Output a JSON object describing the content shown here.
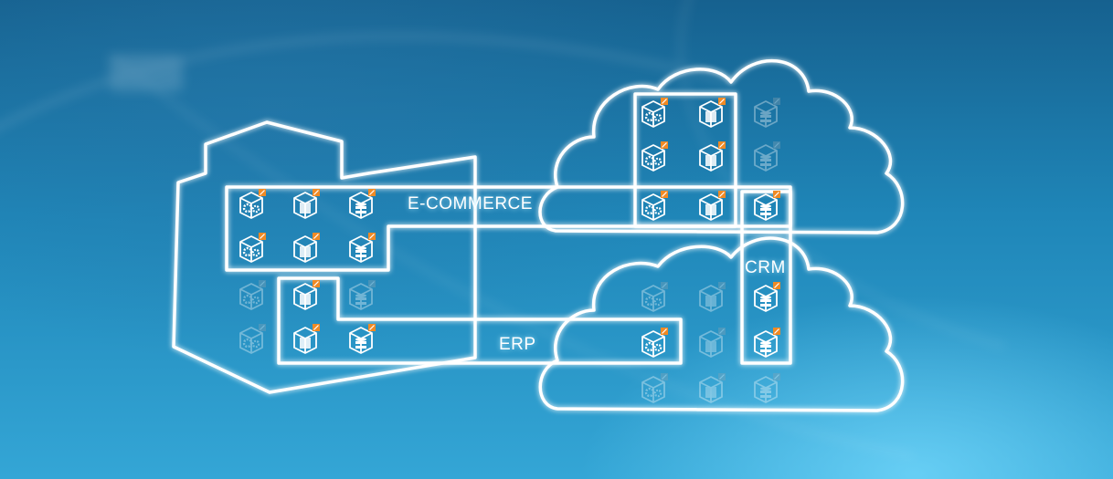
{
  "labels": {
    "ecommerce": "E-COMMERCE",
    "erp": "ERP",
    "crm": "CRM"
  },
  "icons": [
    {
      "kind": "gear",
      "active": true
    },
    {
      "kind": "cube",
      "active": true
    },
    {
      "kind": "db",
      "active": true
    },
    {
      "kind": "gear",
      "active": true
    },
    {
      "kind": "cube",
      "active": true
    },
    {
      "kind": "db",
      "active": true
    },
    {
      "kind": "gear",
      "active": false
    },
    {
      "kind": "cube",
      "active": true
    },
    {
      "kind": "db",
      "active": false
    },
    {
      "kind": "gear",
      "active": false
    },
    {
      "kind": "cube",
      "active": true
    },
    {
      "kind": "db",
      "active": true
    },
    {
      "kind": "gear",
      "active": true
    },
    {
      "kind": "cube",
      "active": true
    },
    {
      "kind": "db",
      "active": false
    },
    {
      "kind": "gear",
      "active": true
    },
    {
      "kind": "cube",
      "active": true
    },
    {
      "kind": "db",
      "active": false
    },
    {
      "kind": "gear",
      "active": true
    },
    {
      "kind": "cube",
      "active": true
    },
    {
      "kind": "db",
      "active": true
    },
    {
      "kind": "gear",
      "active": false
    },
    {
      "kind": "cube",
      "active": false
    },
    {
      "kind": "db",
      "active": true
    },
    {
      "kind": "gear",
      "active": true
    },
    {
      "kind": "cube",
      "active": false
    },
    {
      "kind": "db",
      "active": true
    },
    {
      "kind": "gear",
      "active": false
    },
    {
      "kind": "cube",
      "active": false
    },
    {
      "kind": "db",
      "active": false
    }
  ],
  "colors": {
    "line": "#ffffff",
    "badge": "#f08a24",
    "badge_inactive": "#8aa3b3"
  }
}
